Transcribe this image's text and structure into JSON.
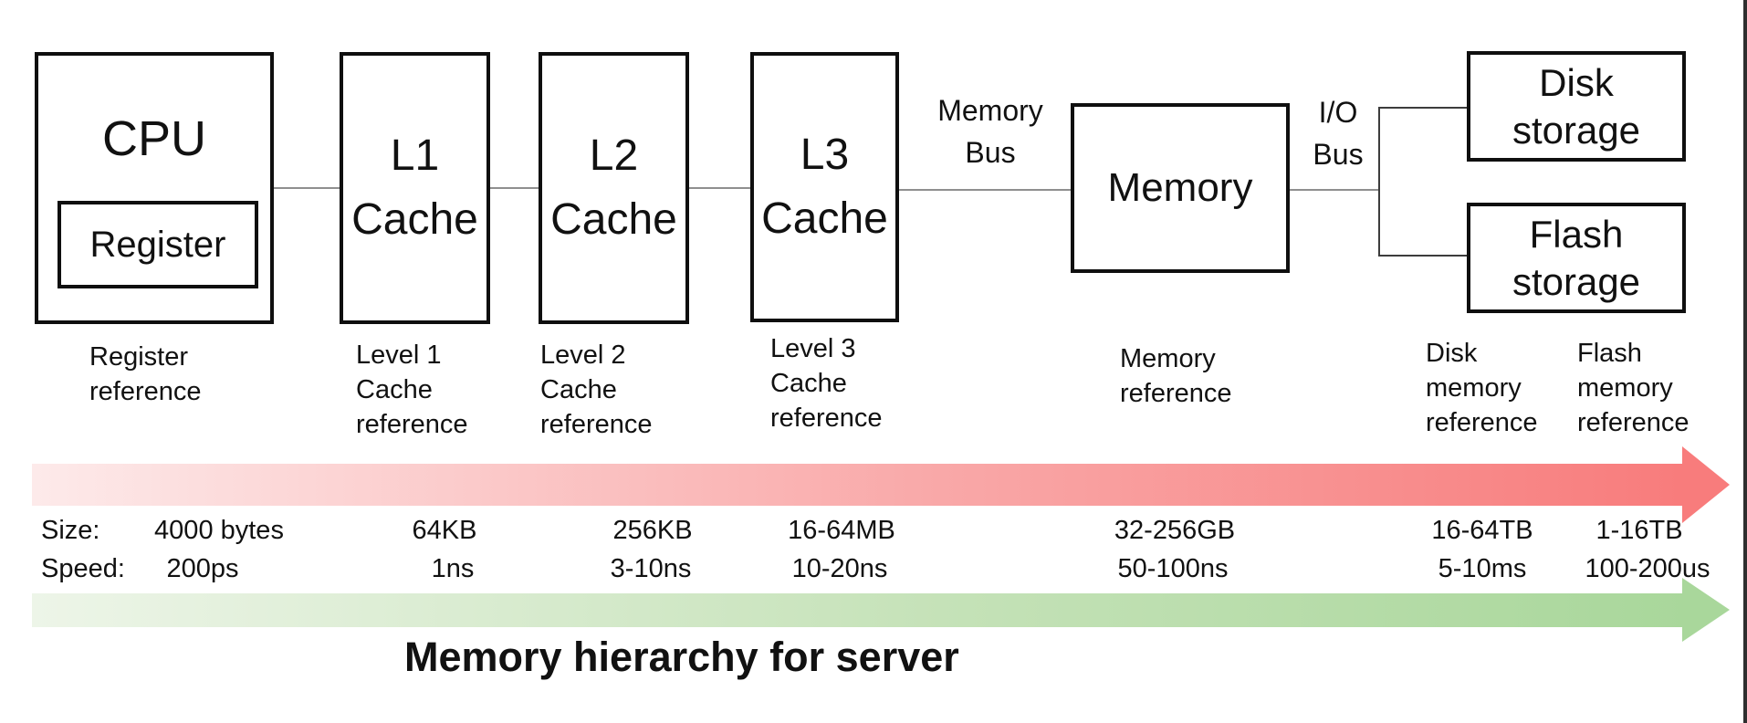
{
  "title": "Memory hierarchy for server",
  "nodes": {
    "cpu": "CPU",
    "register": "Register",
    "l1": [
      "L1",
      "Cache"
    ],
    "l2": [
      "L2",
      "Cache"
    ],
    "l3": [
      "L3",
      "Cache"
    ],
    "memory": "Memory",
    "disk": [
      "Disk",
      "storage"
    ],
    "flash": [
      "Flash",
      "storage"
    ]
  },
  "buses": {
    "memory_bus": [
      "Memory",
      "Bus"
    ],
    "io_bus": [
      "I/O",
      "Bus"
    ]
  },
  "references": {
    "register": [
      "Register",
      "reference"
    ],
    "l1": [
      "Level 1",
      "Cache",
      "reference"
    ],
    "l2": [
      "Level 2",
      "Cache",
      "reference"
    ],
    "l3": [
      "Level 3",
      "Cache",
      "reference"
    ],
    "memory": [
      "Memory",
      "reference"
    ],
    "disk": [
      "Disk",
      "memory",
      "reference"
    ],
    "flash": [
      "Flash",
      "memory",
      "reference"
    ]
  },
  "size_row": {
    "label": "Size:",
    "values": [
      "4000 bytes",
      "64KB",
      "256KB",
      "16-64MB",
      "32-256GB",
      "16-64TB",
      "1-16TB"
    ]
  },
  "speed_row": {
    "label": "Speed:",
    "values": [
      "200ps",
      "1ns",
      "3-10ns",
      "10-20ns",
      "50-100ns",
      "5-10ms",
      "100-200us"
    ]
  },
  "colors": {
    "arrow_red_start": "#fdeaea",
    "arrow_red_mid": "#f9a8a8",
    "arrow_red_end": "#f87c7c",
    "arrow_green_start": "#edf5e8",
    "arrow_green_mid": "#c5e2b8",
    "arrow_green_end": "#a9d79b",
    "box_border": "#0f0f0f"
  }
}
